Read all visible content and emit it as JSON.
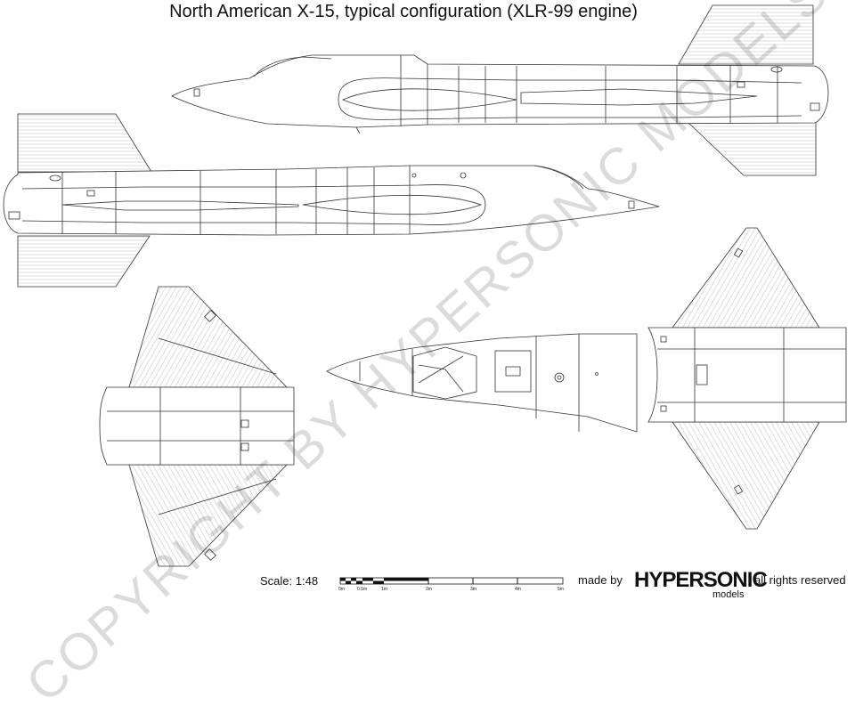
{
  "title": "North American X-15, typical configuration (XLR-99 engine)",
  "watermark": "COPYRIGHT BY HYPERSONIC MODELS",
  "scale": {
    "label": "Scale: 1:48",
    "ticks": [
      "0m",
      "0.5m",
      "1m",
      "2m",
      "3m",
      "4m",
      "5m"
    ]
  },
  "credit": {
    "made_by": "made by",
    "brand": "HYPERSONIC",
    "brand_sub": "models",
    "rights": "all rights reserved"
  },
  "colors": {
    "line": "#333333",
    "hatch": "#bbbbbb",
    "watermark": "#d8d8d8"
  }
}
